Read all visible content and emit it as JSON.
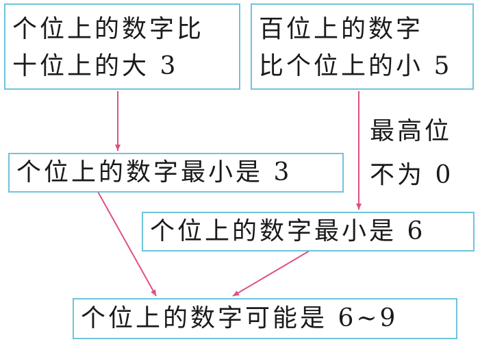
{
  "colors": {
    "box_border": "#6cc4dc",
    "arrow": "#e0507a",
    "text": "#1a1a1a"
  },
  "boxes": {
    "top_left": {
      "line1": "个位上的数字比",
      "line2": "十位上的大 3"
    },
    "top_right": {
      "line1": "百位上的数字",
      "line2": "比个位上的小 5"
    },
    "middle_left": {
      "line1": "个位上的数字最小是 3"
    },
    "middle_right": {
      "line1": "个位上的数字最小是 6"
    },
    "bottom": {
      "line1": "个位上的数字可能是  6~9"
    }
  },
  "annotation": {
    "line1": "最高位",
    "line2": "不为 0"
  }
}
